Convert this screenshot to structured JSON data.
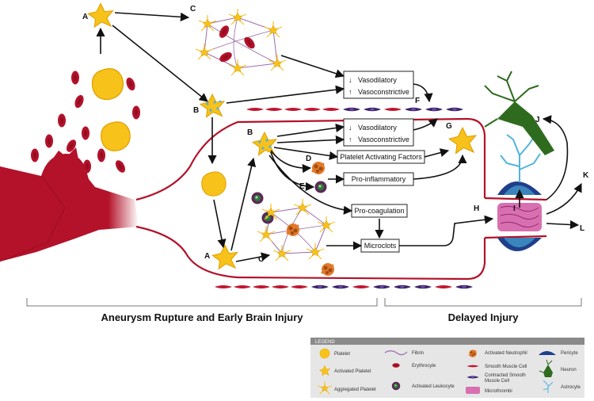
{
  "letters": [
    "A",
    "B",
    "C",
    "D",
    "E",
    "F",
    "G",
    "H",
    "I",
    "J",
    "K",
    "L"
  ],
  "boxes": {
    "vasodilatory": "Vasodilatory",
    "vasoconstrictive": "Vasoconstrictive",
    "platelet_activating_factors": "Platelet Activating Factors",
    "pro_inflammatory": "Pro-inflammatory",
    "pro_coagulation": "Pro-coagulation",
    "microclots": "Microclots"
  },
  "arrows": {
    "down": "↓",
    "up": "↑"
  },
  "sections": {
    "early": "Aneurysm Rupture and Early Brain Injury",
    "delayed": "Delayed Injury"
  },
  "legend": {
    "title": "LEGEND",
    "items": {
      "platelet": "Platelet",
      "activated_platelet": "Activated Platelet",
      "aggregated_platelet": "Aggregated Platelet",
      "fibrin": "Fibrin",
      "erythrocyte": "Erythrocyte",
      "activated_leukocyte": "Activated Leukocyte",
      "activated_neutrophil": "Activated Neutrophil",
      "smooth_muscle_cell": "Smooth Muscle Cell",
      "contracted_smc_line1": "Contracted Smooth",
      "contracted_smc_line2": "Muscle Cell",
      "microthrombi": "Microthrombi",
      "pericyte": "Pericyte",
      "neuron": "Neuron",
      "astrocyte": "Astrocyte"
    }
  },
  "colors": {
    "vessel": "#b3122a",
    "platelet": "#f7c21a",
    "platelet_edge": "#e0a000",
    "erythrocyte": "#b3122a",
    "fibrin": "#9a6aa8",
    "neuron": "#2f6b1f",
    "astrocyte": "#4fb4e0",
    "pericyte": "#1f3f8a",
    "microthrombi": "#d86fb0",
    "neutrophil": "#e07a2a",
    "leukocyte": "#5a2a55",
    "legend_header": "#8a8a8a",
    "legend_bg": "#e6e6e6"
  }
}
